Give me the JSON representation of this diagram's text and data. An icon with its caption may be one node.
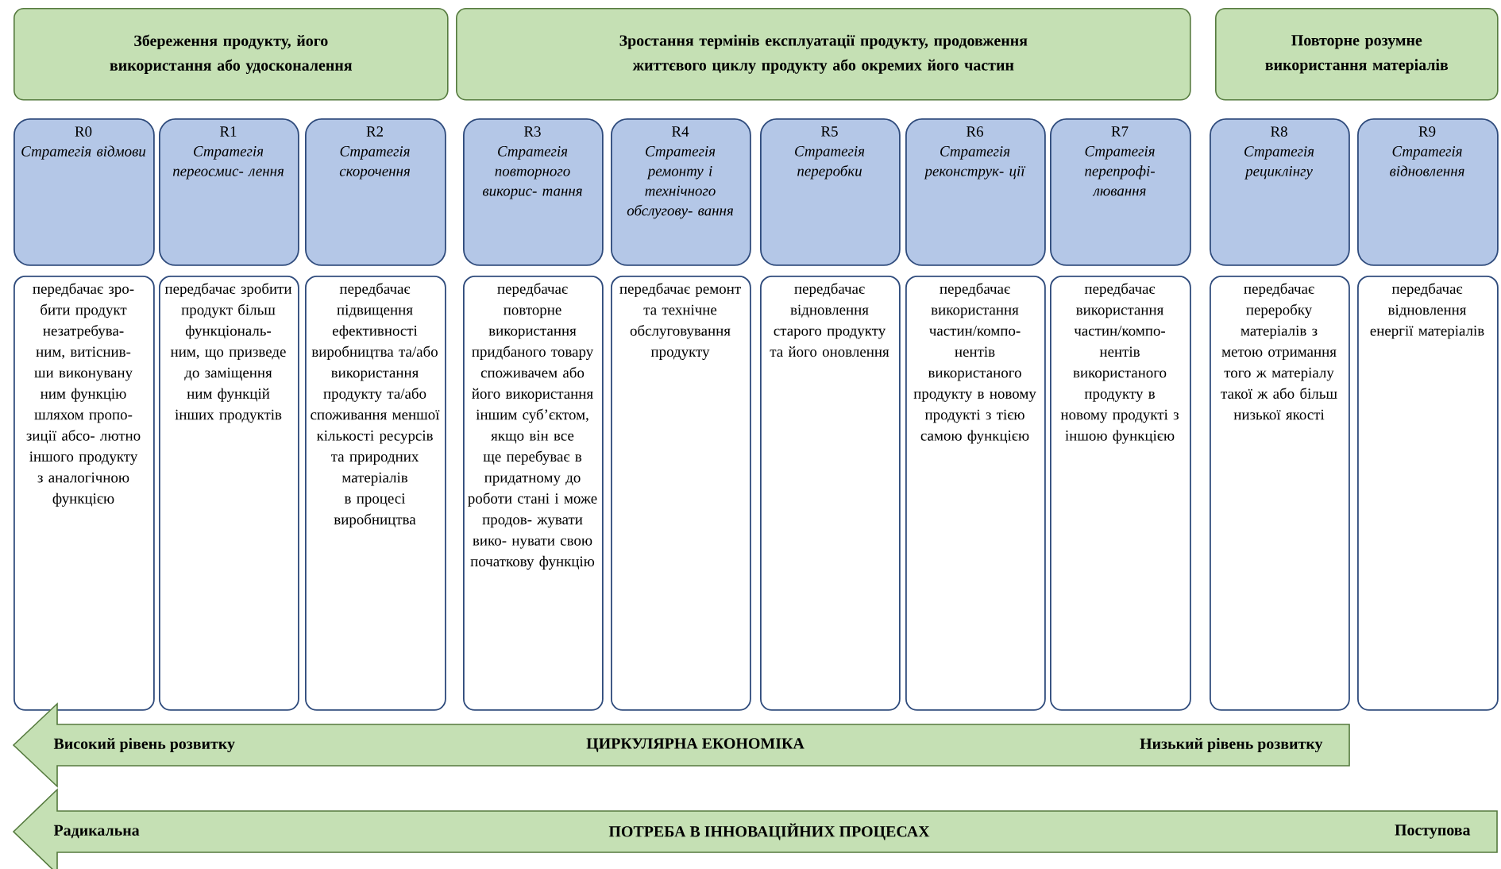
{
  "diagram": {
    "nodes": [
      {
        "text": [
          "Збереження продукту, його використання або удосконалення"
        ]
      },
      {
        "text": [
          "Зростання термінів експлуатації продукту, продовження життєвого циклу продукту або окремих його частин"
        ]
      },
      {
        "text": [
          "Повторне розумне використання матеріалів"
        ]
      },
      {
        "text": [
          "R0",
          "Стратегія відмови"
        ]
      },
      {
        "text": [
          "R1",
          "Стратегія переосмис- лення"
        ]
      },
      {
        "text": [
          "R2",
          "Стратегія скорочення"
        ]
      },
      {
        "text": [
          "R3",
          "Стратегія повторного викорис- тання"
        ]
      },
      {
        "text": [
          "R4",
          "Стратегія ремонту і технічного обслугову- вання"
        ]
      },
      {
        "text": [
          "R5",
          "Стратегія переробки"
        ]
      },
      {
        "text": [
          "R6",
          "Стратегія реконструк- ції"
        ]
      },
      {
        "text": [
          "R7",
          "Стратегія перепрофі- лювання"
        ]
      },
      {
        "text": [
          "R8",
          "Стратегія рециклінгу"
        ]
      },
      {
        "text": [
          "R9",
          "Стратегія відновлення"
        ]
      },
      {
        "text": [
          "передбачає зро- бити продукт незатребува- ним, витіснив- ши виконувану ним функцію шляхом пропо- зиції абсо- лютно іншого продукту з аналогічною функцією"
        ]
      },
      {
        "text": [
          "передбачає зробити продукт більш функціональ- ним, що призведе до заміщення ним функцій інших продуктів"
        ]
      },
      {
        "text": [
          "передбачає підвищення ефективності виробництва та/або використання продукту та/або споживання меншої кількості ресурсів та природних матеріалів в процесі виробництва"
        ]
      },
      {
        "text": [
          "передбачає повторне використання придбаного товару споживачем або його використання іншим суб’єктом, якщо він все ще перебуває в придатному до роботи стані і може продов- жувати вико- нувати свою початкову функцію"
        ]
      },
      {
        "text": [
          "передбачає ремонт та технічне обслуговування продукту"
        ]
      },
      {
        "text": [
          "передбачає відновлення старого продукту та його оновлення"
        ]
      },
      {
        "text": [
          "передбачає використання частин/компо- нентів використаного продукту в новому продукті з тією самою функцією"
        ]
      },
      {
        "text": [
          "передбачає використання частин/компо- нентів використаного продукту в новому продукті з іншою функцією"
        ]
      },
      {
        "text": [
          "передбачає переробку матеріалів з метою отримання того ж матеріалу такої ж або більш низької якості"
        ]
      },
      {
        "text": [
          "передбачає відновлення енергії матеріалів"
        ]
      },
      {
        "text": [
          "Високий рівень розвитку",
          "ЦИРКУЛЯРНА ЕКОНОМІКА",
          "Низький рівень розвитку"
        ]
      },
      {
        "text": [
          "Радикальна",
          "ПОТРЕБА В ІННОВАЦІЙНИХ ПРОЦЕСАХ",
          "Поступова"
        ]
      }
    ]
  }
}
